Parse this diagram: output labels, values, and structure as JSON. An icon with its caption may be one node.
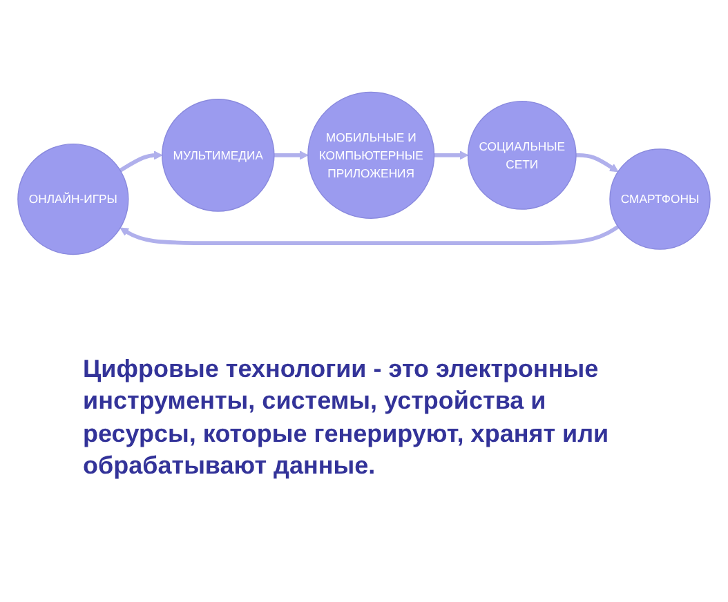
{
  "diagram": {
    "nodes": [
      {
        "text": [
          "ОНЛАЙН-ИГРЫ"
        ]
      },
      {
        "text": [
          "СМАРТФОНЫ"
        ]
      },
      {
        "text": [
          "МУЛЬТИМЕДИА"
        ]
      },
      {
        "text": [
          "СОЦИАЛЬНЫЕ СЕТИ"
        ]
      },
      {
        "text": [
          "МОБИЛЬНЫЕ И КОМПЬЮТЕРНЫЕ ПРИЛОЖЕНИЯ"
        ]
      }
    ],
    "edges": [
      {
        "from": 0,
        "to": 2,
        "arrow": "to"
      },
      {
        "from": 2,
        "to": 4,
        "arrow": "to"
      },
      {
        "from": 4,
        "to": 3,
        "arrow": "to"
      },
      {
        "from": 3,
        "to": 1,
        "arrow": "to"
      },
      {
        "from": 1,
        "to": 0,
        "arrow": "to"
      }
    ],
    "labels": [
      "Цифровые технологии - это электронные инструменты, системы, устройства и ресурсы, которые генерируют, хранят или обрабатывают данные."
    ]
  }
}
